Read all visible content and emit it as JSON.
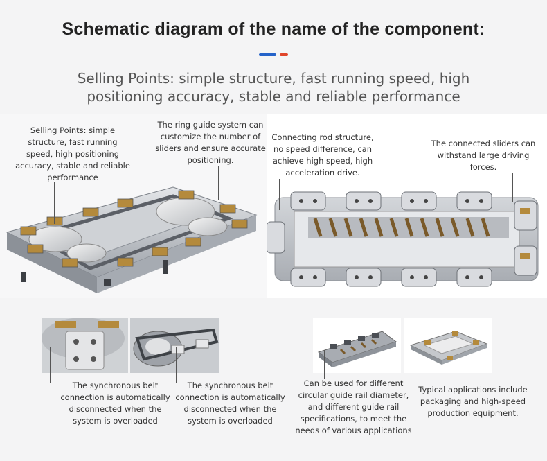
{
  "header": {
    "title": "Schematic diagram of the name of the component:",
    "subtitle_line1": "Selling Points: simple structure, fast running speed, high",
    "subtitle_line2": "positioning accuracy, stable and reliable performance"
  },
  "colors": {
    "accent_blue": "#2563c9",
    "accent_red": "#e0452b"
  },
  "top_left": {
    "callout_selling": "Selling Points: simple structure, fast running speed, high positioning accuracy, stable and reliable performance",
    "callout_ring": "The ring guide system can customize the number of sliders and ensure accurate positioning."
  },
  "top_right": {
    "callout_rod": "Connecting rod structure, no speed difference, can achieve high speed, high acceleration drive.",
    "callout_sliders": "The connected sliders can withstand large driving forces."
  },
  "bottom": {
    "caption_1": "The synchronous belt connection is automatically disconnected when the system is overloaded",
    "caption_2": "The synchronous belt connection is automatically disconnected when the system is overloaded",
    "caption_3": "Can be used for different circular guide rail diameter, and different guide rail specifications, to meet the needs of various applications",
    "caption_4": "Typical applications include packaging and high-speed production equipment."
  }
}
